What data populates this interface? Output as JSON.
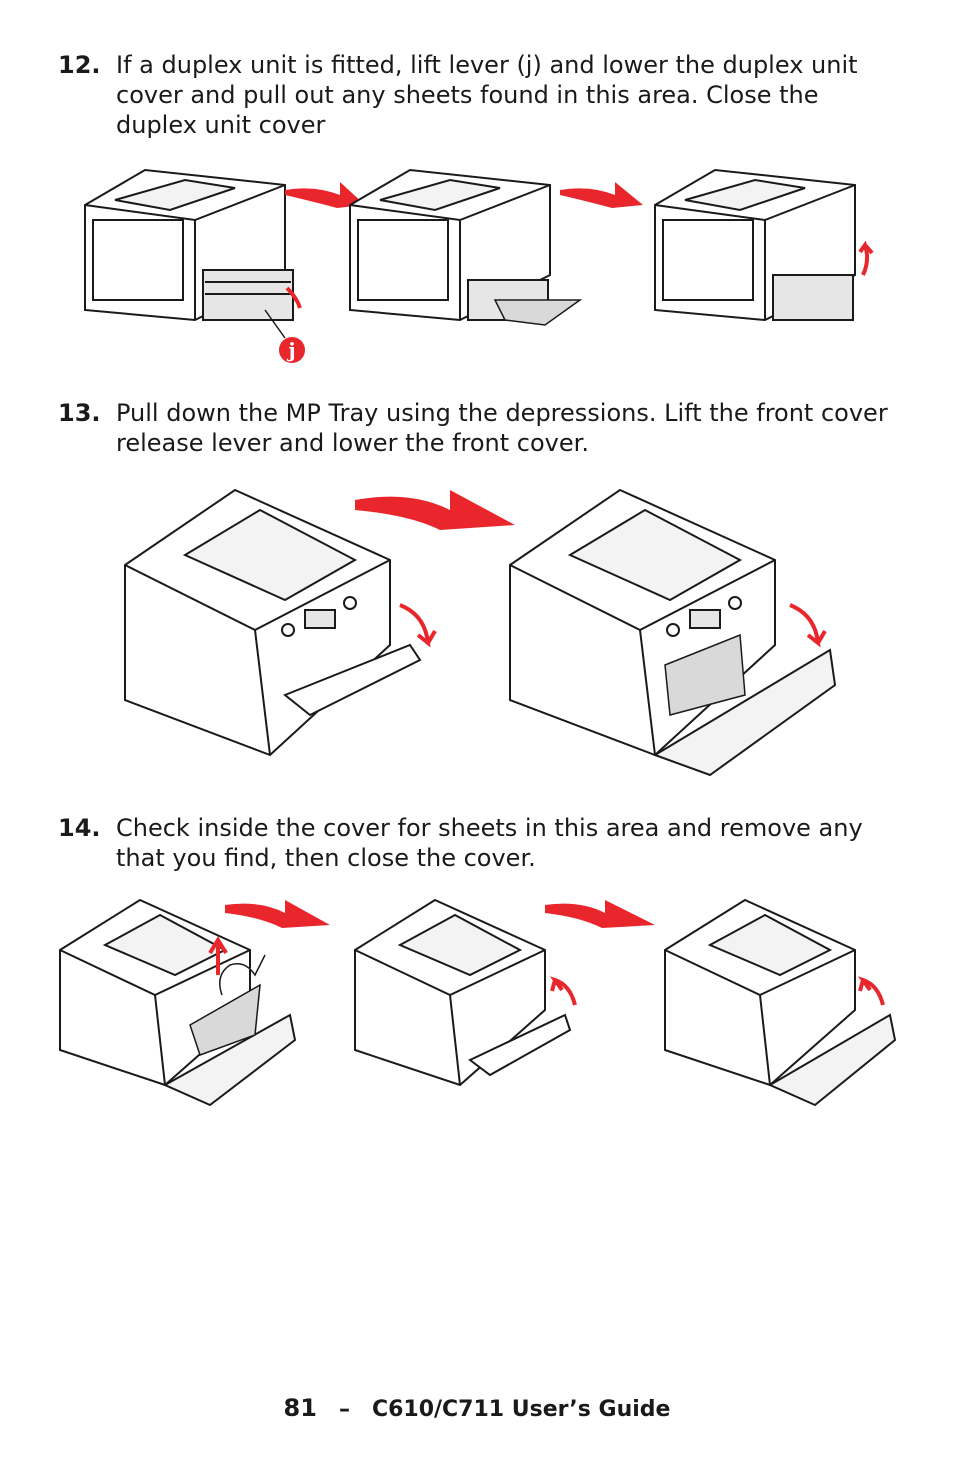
{
  "steps": [
    {
      "number": "12.",
      "text": "If a duplex unit is fitted, lift lever (j) and lower the duplex unit cover and pull out any sheets found in this area. Close the duplex unit cover"
    },
    {
      "number": "13.",
      "text": "Pull down the MP Tray using the depressions. Lift the front cover release lever and lower the front cover."
    },
    {
      "number": "14.",
      "text": "Check inside the cover for sheets in this area and remove any that you find, then close the cover."
    }
  ],
  "callout_label": "j",
  "footer": {
    "page_number": "81",
    "separator": "–",
    "guide_title": "C610/C711 User’s Guide"
  },
  "colors": {
    "arrow": "#e8262b",
    "line": "#1a1a1a",
    "paper": "#d9d9d9"
  }
}
